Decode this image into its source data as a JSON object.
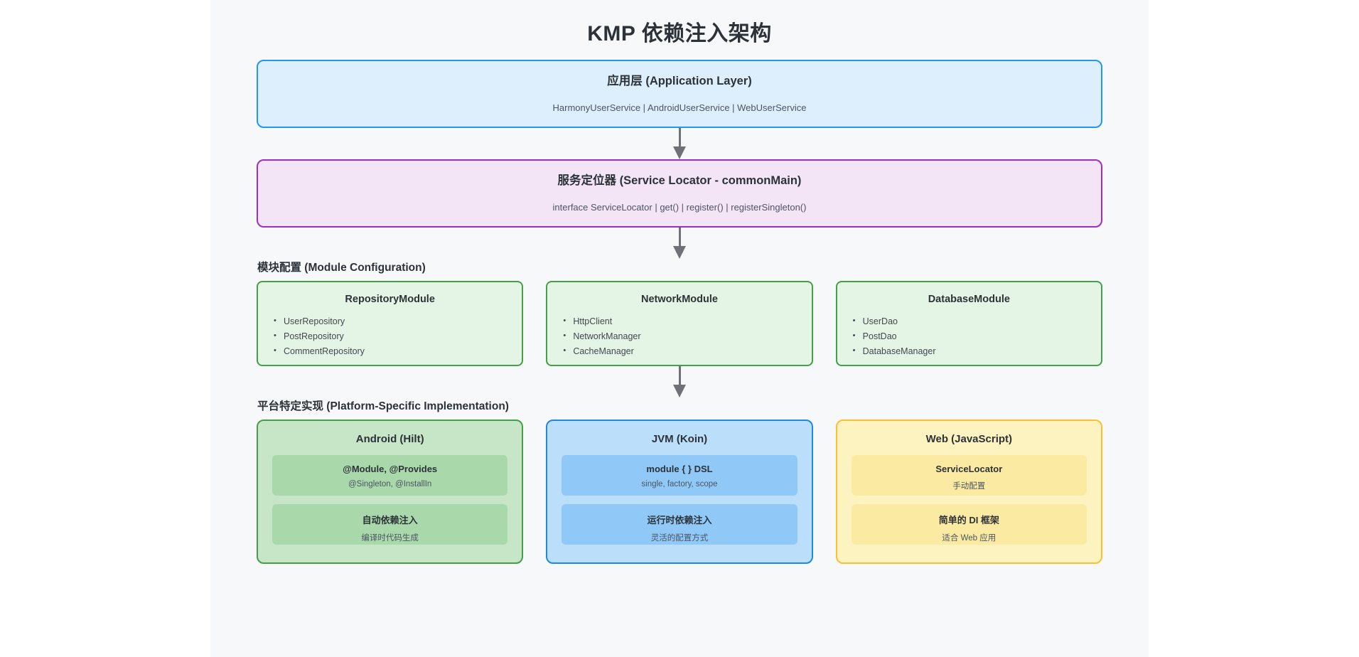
{
  "page": {
    "title": "KMP 依赖注入架构",
    "background": "#f7f8fa",
    "accent_blue": "#2196f3",
    "accent_purple": "#a32cc4",
    "accent_green": "#43a047",
    "accent_yellow": "#fbc02d"
  },
  "application_layer": {
    "title": "应用层 (Application Layer)",
    "subtitle": "HarmonyUserService | AndroidUserService | WebUserService"
  },
  "service_locator": {
    "title": "服务定位器 (Service Locator - commonMain)",
    "subtitle": "interface ServiceLocator | get() | register() | registerSingleton()"
  },
  "module_section": {
    "label": "模块配置 (Module Configuration)",
    "modules": [
      {
        "name": "RepositoryModule",
        "items": [
          "UserRepository",
          "PostRepository",
          "CommentRepository"
        ]
      },
      {
        "name": "NetworkModule",
        "items": [
          "HttpClient",
          "NetworkManager",
          "CacheManager"
        ]
      },
      {
        "name": "DatabaseModule",
        "items": [
          "UserDao",
          "PostDao",
          "DatabaseManager"
        ]
      }
    ]
  },
  "platform_section": {
    "label": "平台特定实现 (Platform-Specific Implementation)",
    "platforms": [
      {
        "name": "Android (Hilt)",
        "chips": [
          {
            "title": "@Module, @Provides",
            "subtitle": "@Singleton, @InstallIn"
          },
          {
            "title": "自动依赖注入",
            "subtitle": "编译时代码生成"
          }
        ]
      },
      {
        "name": "JVM (Koin)",
        "chips": [
          {
            "title": "module { } DSL",
            "subtitle": "single, factory, scope"
          },
          {
            "title": "运行时依赖注入",
            "subtitle": "灵活的配置方式"
          }
        ]
      },
      {
        "name": "Web (JavaScript)",
        "chips": [
          {
            "title": "ServiceLocator",
            "subtitle": "手动配置"
          },
          {
            "title": "简单的 DI 框架",
            "subtitle": "适合 Web 应用"
          }
        ]
      }
    ]
  }
}
